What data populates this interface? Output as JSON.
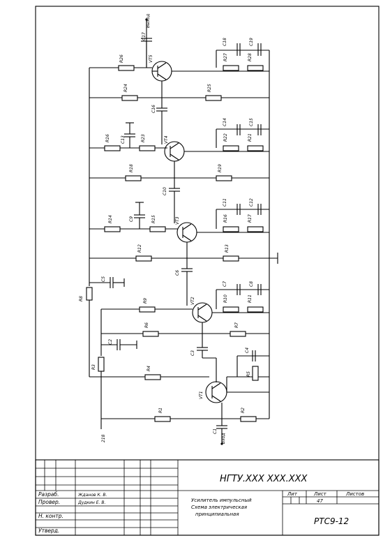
{
  "components": {
    "R26": "R26",
    "C17": "C17",
    "VT5": "VT5",
    "C18": "C18",
    "C19": "C19",
    "R27": "R27",
    "R28": "R28",
    "R24": "R24",
    "R25": "R25",
    "C16": "C16",
    "R16": "R16",
    "C13": "C13",
    "R23": "R23",
    "VT4": "VT4",
    "C14": "C14",
    "C15": "C15",
    "R22": "R22",
    "R21": "R21",
    "R18": "R18",
    "R19": "R19",
    "C10": "C10",
    "R14": "R14",
    "C9": "C9",
    "R15": "R15",
    "VT3": "VT3",
    "C11": "C11",
    "C12": "C12",
    "R16b": "R16",
    "R17": "R17",
    "R12": "R12",
    "R13": "R13",
    "C5": "C5",
    "C6": "C6",
    "R8": "R8",
    "R9": "R9",
    "VT2": "VT2",
    "C7": "C7",
    "C8": "C8",
    "R10": "R10",
    "R11": "R11",
    "R6": "R6",
    "R7": "R7",
    "C2": "C2",
    "R3": "R3",
    "C3": "C3",
    "C4": "C4",
    "R4": "R4",
    "R5": "R5",
    "VT1": "VT1",
    "R1": "R1",
    "R2": "R2",
    "C1": "C1"
  },
  "terminals": {
    "out": "Выход",
    "in_bottom": "Вход",
    "ground": "218"
  },
  "title_block": {
    "doc_code": "НГТУ.XXX XXX.XXX",
    "title_line1": "Усилитель импульсный",
    "title_line2": "Схема электрическая",
    "title_line3": "принципиальная",
    "hdr_lit": "Лит",
    "hdr_list": "Лист",
    "hdr_listov": "Листов",
    "sheet_no": "47",
    "org": "РТС9-12",
    "roles": [
      "Разраб.",
      "Провер.",
      "",
      "Н. контр.",
      "Утверд."
    ],
    "names": [
      "Жданов К. В.",
      "Дудкин Е. В.",
      "",
      "",
      ""
    ]
  }
}
